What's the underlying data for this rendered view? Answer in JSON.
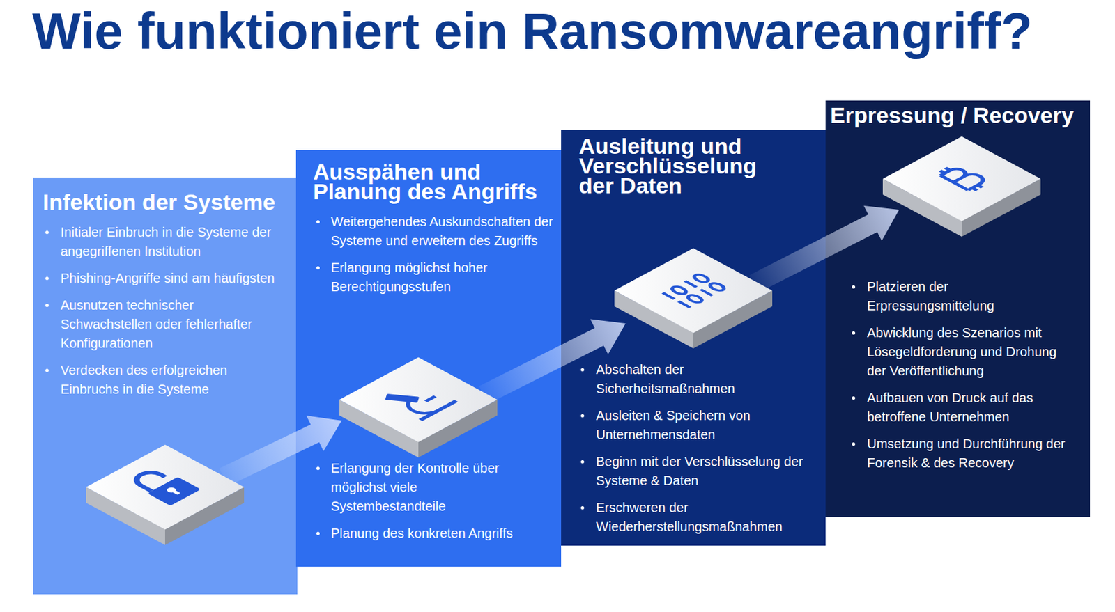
{
  "diagram": {
    "title": "Wie funktioniert ein Ransomwareangriff?",
    "nodes": [
      {
        "text": [
          "Infektion der Systeme",
          "Initialer Einbruch in die Systeme der angegriffenen Institution",
          "Phishing-Angriffe sind am häufigsten",
          "Ausnutzen technischer Schwachstellen oder fehlerhafter Konfigurationen",
          "Verdecken des erfolgreichen Einbruchs in die Systeme"
        ]
      },
      {
        "text": [
          "Ausspähen und Planung des Angriffs",
          "Weitergehendes Auskundschaften der Systeme und erweitern des Zugriffs",
          "Erlangung möglichst hoher Berechtigungsstufen",
          "Erlangung der Kontrolle über möglichst viele Systembestandteile",
          "Planung des konkreten Angriffs"
        ]
      },
      {
        "text": [
          "Ausleitung und Verschlüsselung der Daten",
          "Abschalten der Sicherheitsmaßnahmen",
          "Ausleiten & Speichern von Unternehmensdaten",
          "Beginn mit der Verschlüsselung der Systeme & Daten",
          "Erschweren der Wiederherstellungsmaßnahmen"
        ]
      },
      {
        "text": [
          "Erpressung / Recovery",
          "Platzieren der Erpressungsmittelung",
          "Abwicklung des Szenarios mit Lösegeldforderung und Drohung der Veröffentlichung",
          "Aufbauen von Druck auf das betroffene Unternehmen",
          "Umsetzung und Durchführung der Forensik & des Recovery"
        ]
      }
    ]
  }
}
